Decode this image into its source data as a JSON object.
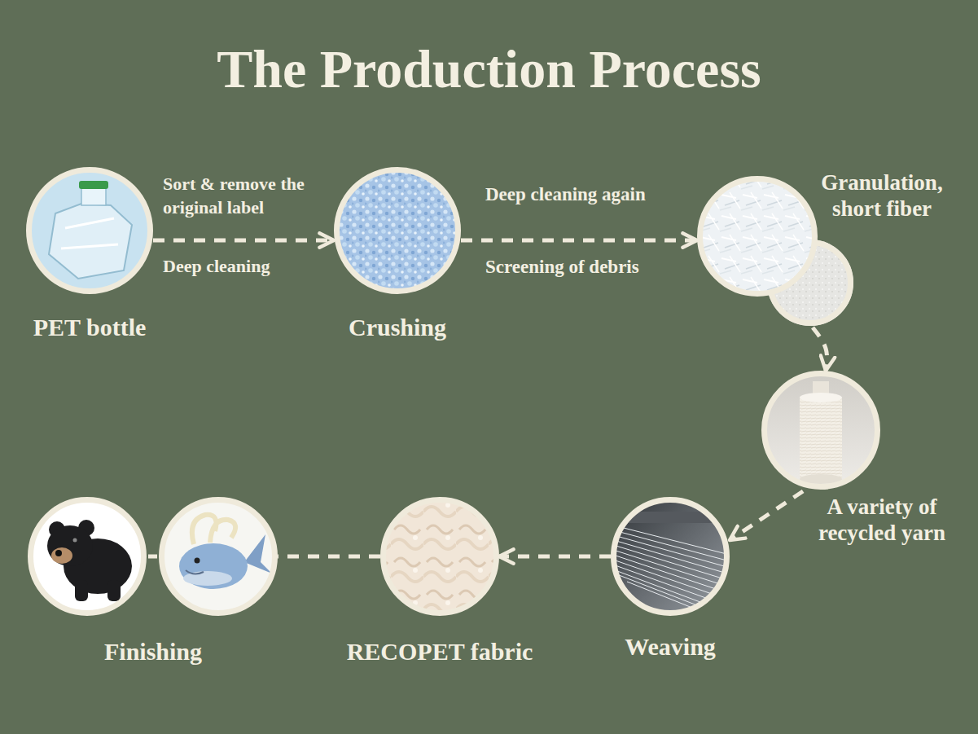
{
  "diagram": {
    "title": "The Production Process",
    "nodes": [
      {
        "text": [
          "PET bottle"
        ]
      },
      {
        "text": [
          "Crushing"
        ]
      },
      {
        "text": [
          "Granulation, short fiber"
        ]
      },
      {
        "text": [
          "A variety of recycled yarn"
        ]
      },
      {
        "text": [
          "Weaving"
        ]
      },
      {
        "text": [
          "RECOPET fabric"
        ]
      },
      {
        "text": [
          "Finishing"
        ]
      }
    ],
    "edges": [
      {
        "from": 0,
        "to": 1,
        "arrow": "to",
        "label": "Sort & remove the original label"
      },
      {
        "from": 1,
        "to": 2,
        "arrow": "to",
        "label": "Deep cleaning again"
      },
      {
        "from": 2,
        "to": 3,
        "arrow": "to"
      },
      {
        "from": 3,
        "to": 4,
        "arrow": "to"
      },
      {
        "from": 4,
        "to": 5,
        "arrow": "to"
      },
      {
        "from": 5,
        "to": 6,
        "arrow": "none"
      }
    ],
    "labels": [
      "Deep cleaning",
      "Screening of debris"
    ]
  }
}
